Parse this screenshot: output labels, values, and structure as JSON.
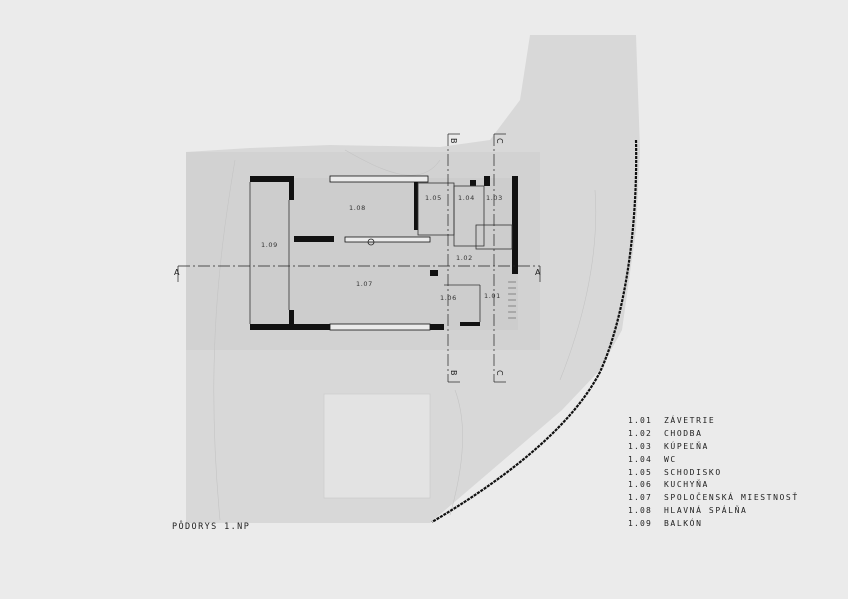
{
  "plan_title": "PÔDORYS 1.NP",
  "section_marks": {
    "a_left": "A",
    "a_right": "A",
    "b_top": "B",
    "b_bottom": "B",
    "c_top": "C",
    "c_bottom": "C"
  },
  "rooms": [
    {
      "code": "1.01",
      "name": "ZÁVETRIE"
    },
    {
      "code": "1.02",
      "name": "CHODBA"
    },
    {
      "code": "1.03",
      "name": "KÚPEĽŇA"
    },
    {
      "code": "1.04",
      "name": "WC"
    },
    {
      "code": "1.05",
      "name": "SCHODISKO"
    },
    {
      "code": "1.06",
      "name": "KUCHYŇA"
    },
    {
      "code": "1.07",
      "name": "SPOLOČENSKÁ MIESTNOSŤ"
    },
    {
      "code": "1.08",
      "name": "HLAVNÁ SPÁLŇA"
    },
    {
      "code": "1.09",
      "name": "BALKÓN"
    }
  ],
  "colors": {
    "background": "#ebebeb",
    "site": "#d9d9d9",
    "interior": "#cfcfcf",
    "wall": "#111111"
  }
}
